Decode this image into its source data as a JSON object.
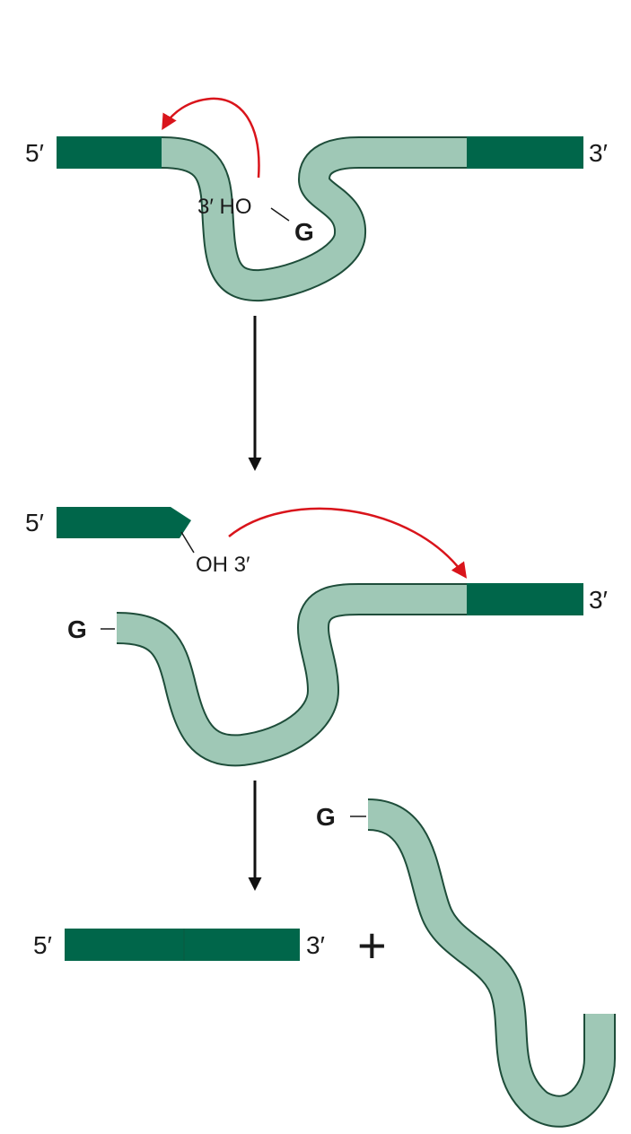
{
  "labels": {
    "five_prime": "5′",
    "three_prime": "3′",
    "three_prime_ho": "3′ HO",
    "oh_three_prime": "OH 3′",
    "guanosine": "G",
    "plus": "+"
  },
  "colors": {
    "exon": "#00664a",
    "intron": "#9fc8b6",
    "outline": "#1e4d3a",
    "attack_arrow": "#d9141b",
    "step_arrow": "#111111"
  }
}
